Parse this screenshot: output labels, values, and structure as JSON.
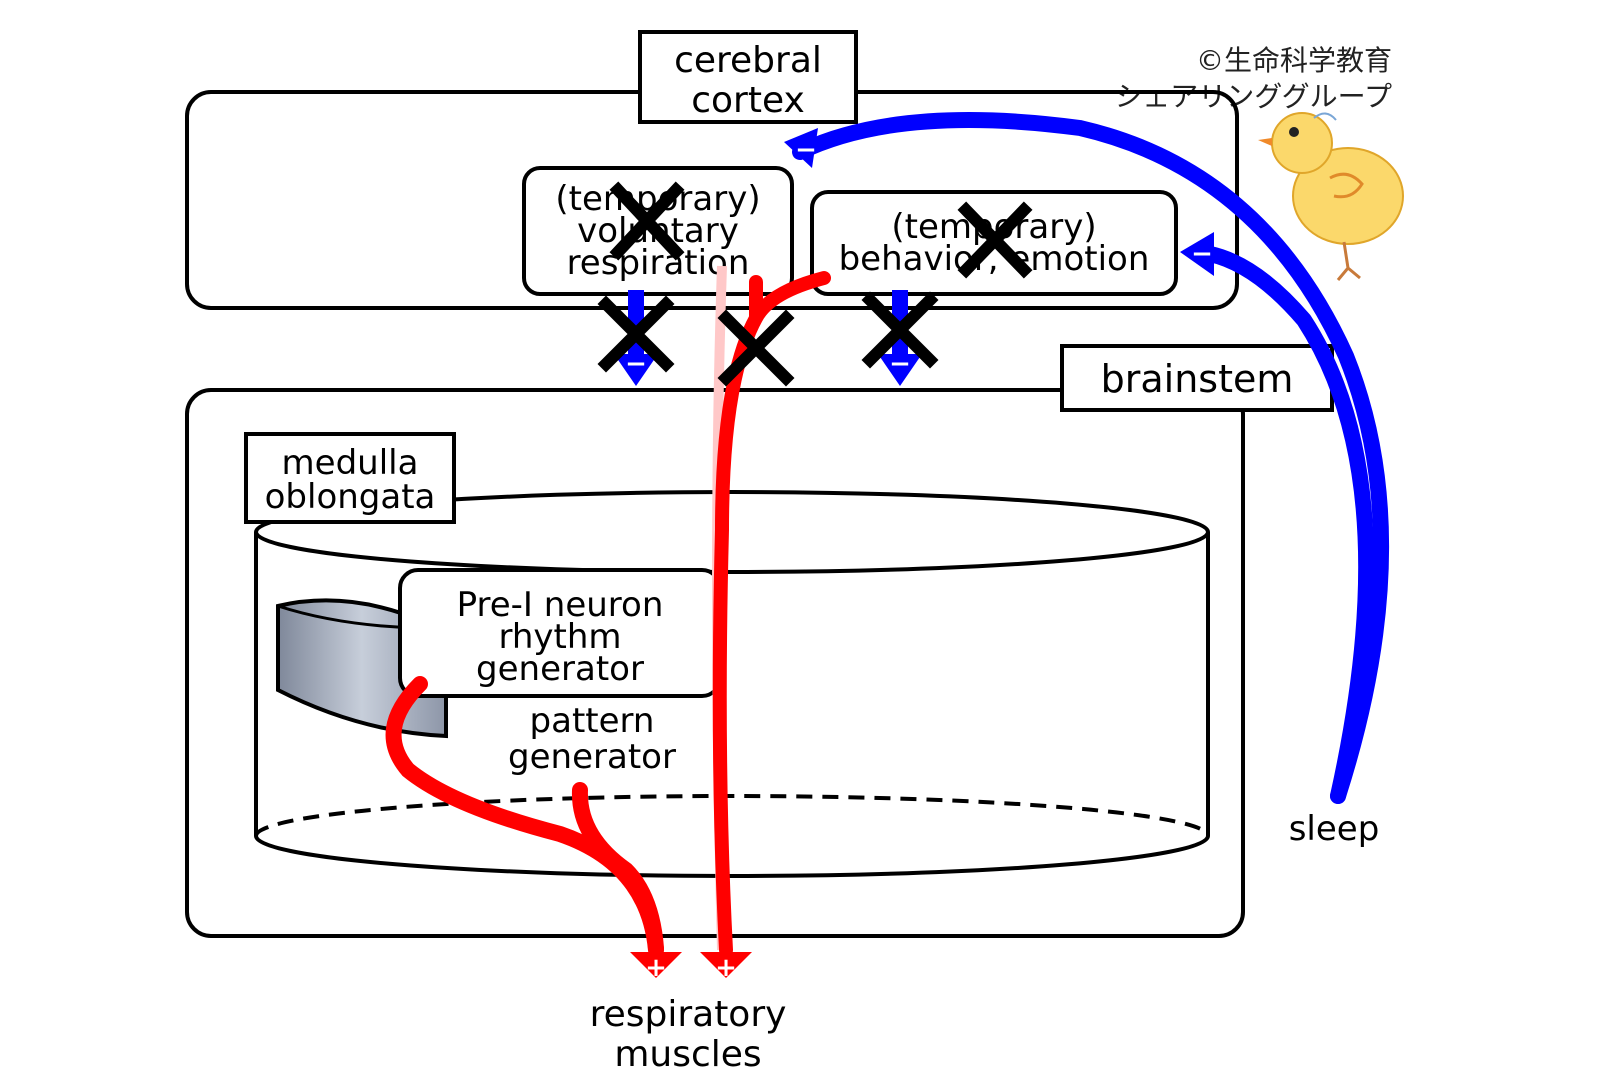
{
  "credit": {
    "line1": "©生命科学教育",
    "line2": "シェアリンググループ"
  },
  "labels": {
    "cerebral_cortex": [
      "cerebral",
      "cortex"
    ],
    "voluntary_respiration": [
      "(temporary)",
      "voluntary",
      "respiration"
    ],
    "behavior_emotion": [
      "(temporary)",
      "behavior, emotion"
    ],
    "brainstem": "brainstem",
    "medulla": [
      "medulla",
      "oblongata"
    ],
    "pre_i": [
      "Pre-I neuron",
      "rhythm",
      "generator"
    ],
    "pattern": [
      "pattern",
      "generator"
    ],
    "sleep": "sleep",
    "muscles": [
      "respiratory",
      "muscles"
    ]
  },
  "symbols": {
    "inhibit": "−",
    "excite": "+",
    "blocked": "×"
  },
  "colors": {
    "excitatory": "#ff0000",
    "inhibitory": "#0000ff",
    "faded_excitatory": "#ffc8c8",
    "outline": "#000000",
    "cylinder_fill": "#a9b2c3"
  },
  "icons": {
    "mascot": "chick-icon"
  }
}
